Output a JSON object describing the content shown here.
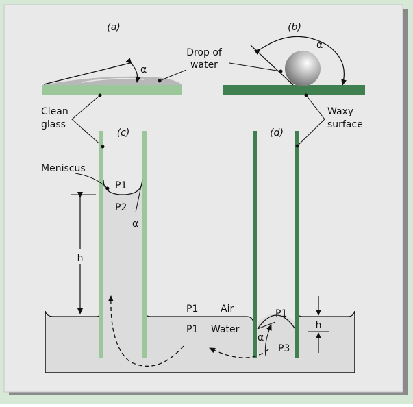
{
  "panels": {
    "a": "(a)",
    "b": "(b)",
    "c": "(c)",
    "d": "(d)"
  },
  "labels": {
    "alpha": "α",
    "drop_line1": "Drop of",
    "drop_line2": "water",
    "clean_line1": "Clean",
    "clean_line2": "glass",
    "waxy_line1": "Waxy",
    "waxy_line2": "surface",
    "meniscus": "Meniscus",
    "p1": "P1",
    "p2": "P2",
    "p3": "P3",
    "h": "h",
    "air": "Air",
    "water": "Water"
  },
  "colors": {
    "outer_frame": "#d6e8d6",
    "inner_panel": "#e9e9e9",
    "shadow": "#8a8a8a",
    "glass": "#9bc79b",
    "waxy": "#3f7f50",
    "water": "#dcdcdc",
    "line": "#111111"
  }
}
